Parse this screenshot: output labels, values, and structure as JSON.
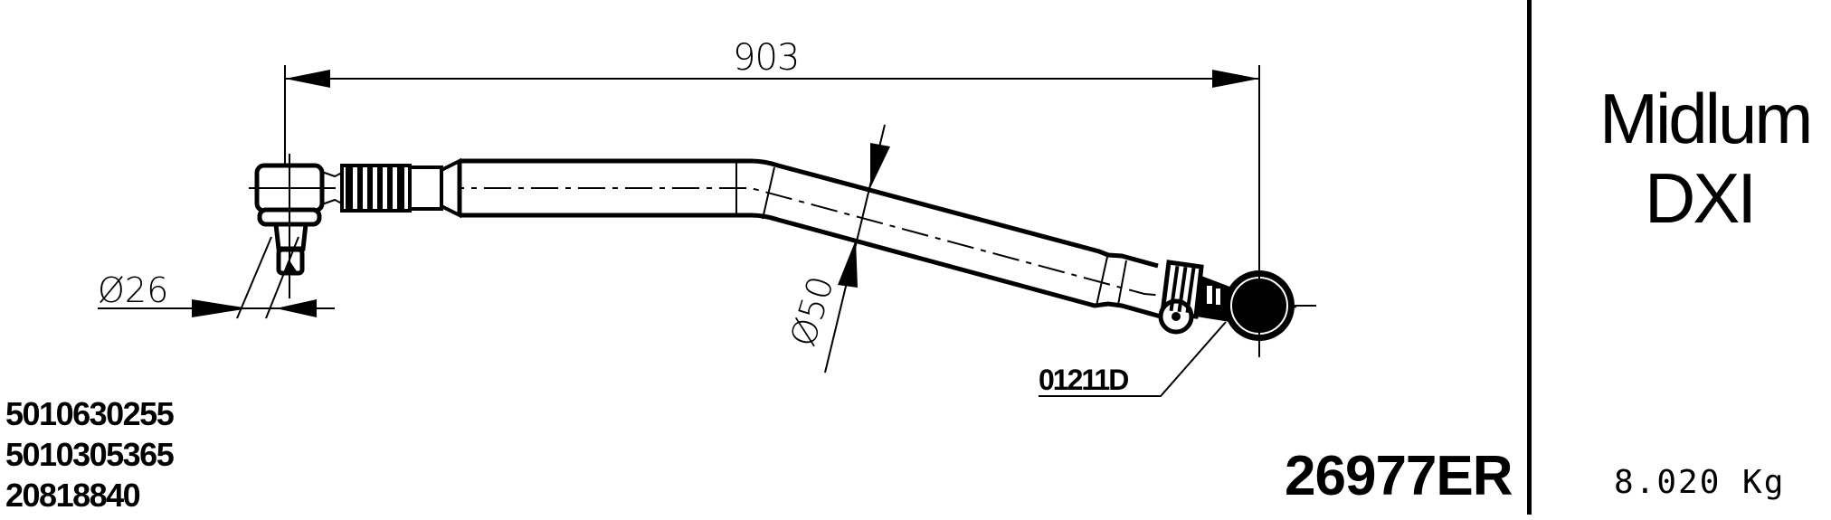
{
  "drawing": {
    "type": "technical-drawing",
    "subject": "steering drag link / tie rod",
    "dimensions": {
      "overall_length": "903",
      "left_pin_diameter": "Ø26",
      "tube_diameter": "Ø50"
    },
    "ball_joint_ref": "01211D"
  },
  "oem_numbers": [
    "5010630255",
    "5010305365",
    "20818840"
  ],
  "part_number": "26977ER",
  "vehicle": {
    "model_line1": "Midlum",
    "model_line2": "DXI"
  },
  "weight": "8.020 Kg",
  "colors": {
    "ink": "#000000",
    "paper": "#ffffff"
  }
}
